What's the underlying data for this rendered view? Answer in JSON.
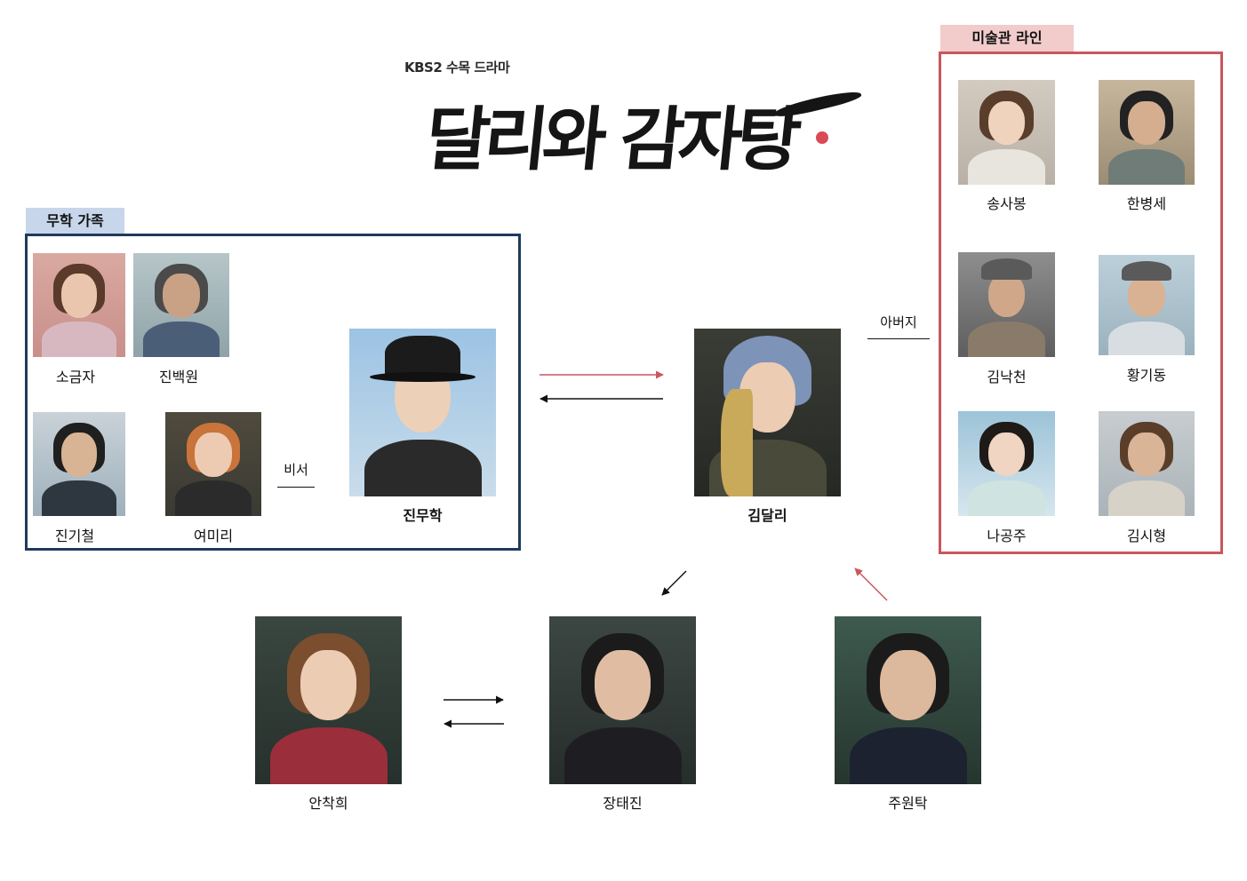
{
  "logo": {
    "subtitle": "KBS2 수목 드라마",
    "title": "달리와 감자탕"
  },
  "groups": {
    "family": {
      "label": "무학 가족",
      "color": "#1f3a5c",
      "tab_color": "#c7d6ea"
    },
    "museum": {
      "label": "미술관 라인",
      "color": "#c9575b",
      "tab_color": "#f2cbcb"
    }
  },
  "people": {
    "so_geumja": "소금자",
    "jin_baekwon": "진백원",
    "jin_gicheol": "진기철",
    "yeo_miri": "여미리",
    "jin_muhak": "진무학",
    "kim_dali": "김달리",
    "song_sabong": "송사봉",
    "han_byeongse": "한병세",
    "kim_nakcheon": "김낙천",
    "hwang_gidong": "황기동",
    "na_gongju": "나공주",
    "kim_sihyeong": "김시형",
    "an_chakhui": "안착희",
    "jang_taejin": "장태진",
    "ju_wontak": "주원탁"
  },
  "relations": {
    "secretary": "비서",
    "father": "아버지"
  },
  "arrow_colors": {
    "red": "#c9575b",
    "black": "#111111"
  }
}
